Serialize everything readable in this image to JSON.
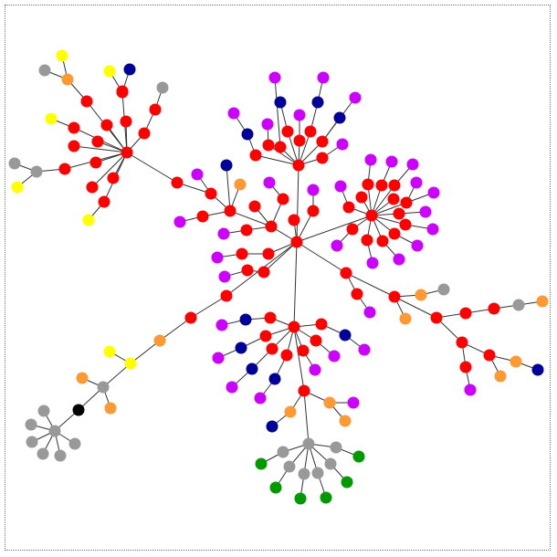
{
  "colors": {
    "red": "#ff0000",
    "violet": "#cc00ff",
    "navy": "#000099",
    "orange": "#ff9933",
    "gray": "#999999",
    "yellow": "#ffff00",
    "green": "#009900",
    "black": "#000000",
    "edge": "#333333",
    "border": "#777777"
  },
  "diagram": {
    "type": "network-graph",
    "node_colors": [
      "red",
      "violet",
      "navy",
      "orange",
      "gray",
      "yellow",
      "green",
      "black"
    ]
  }
}
